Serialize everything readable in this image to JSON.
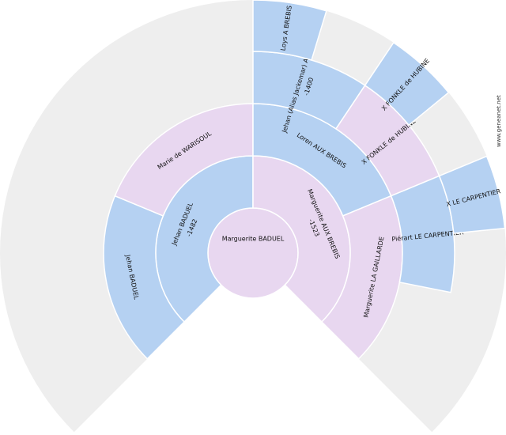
{
  "colors": {
    "male": "#b5d1f2",
    "female": "#e8d7f0",
    "empty": "#eeeeee",
    "stroke": "#ffffff"
  },
  "credit": "www.geneanet.net",
  "persons": [
    {
      "id": "root",
      "gen": 0,
      "sex": "female",
      "name": "Marguerite BADUEL",
      "dates": ""
    },
    {
      "id": "father",
      "gen": 1,
      "sex": "male",
      "name": "Jehan BADUEL",
      "dates": "-1482"
    },
    {
      "id": "mother",
      "gen": 1,
      "sex": "female",
      "name": "Marguerite AUX BREBIS",
      "dates": "-1523"
    },
    {
      "id": "pgf",
      "gen": 2,
      "sex": "male",
      "name": "Jehan BADUEL",
      "dates": ""
    },
    {
      "id": "pgm",
      "gen": 2,
      "sex": "female",
      "name": "Marie de WARISOUL",
      "dates": ""
    },
    {
      "id": "mgf",
      "gen": 2,
      "sex": "male",
      "name": "Loren AUX BREBIS",
      "dates": ""
    },
    {
      "id": "mgm",
      "gen": 2,
      "sex": "female",
      "name": "Marguerite LA GAILLARDE",
      "dates": ""
    },
    {
      "id": "mgf-f",
      "gen": 3,
      "sex": "male",
      "name": "Jehan (Alias Jackemar) A BREBIS",
      "dates": "-1400"
    },
    {
      "id": "mgf-m",
      "gen": 3,
      "sex": "female",
      "name": "X FONKLE de HUBINE",
      "dates": ""
    },
    {
      "id": "mgm-f",
      "gen": 3,
      "sex": "male",
      "name": "Piérart LE CARPENTIER",
      "dates": ""
    },
    {
      "id": "g4-1",
      "gen": 4,
      "sex": "male",
      "name": "Loys A BREBIS",
      "dates": ""
    },
    {
      "id": "g4-3",
      "gen": 4,
      "sex": "male",
      "name": "X FONKLE de HUBINE",
      "dates": ""
    },
    {
      "id": "g4-5",
      "gen": 4,
      "sex": "male",
      "name": "X LE CARPENTIER",
      "dates": ""
    }
  ]
}
